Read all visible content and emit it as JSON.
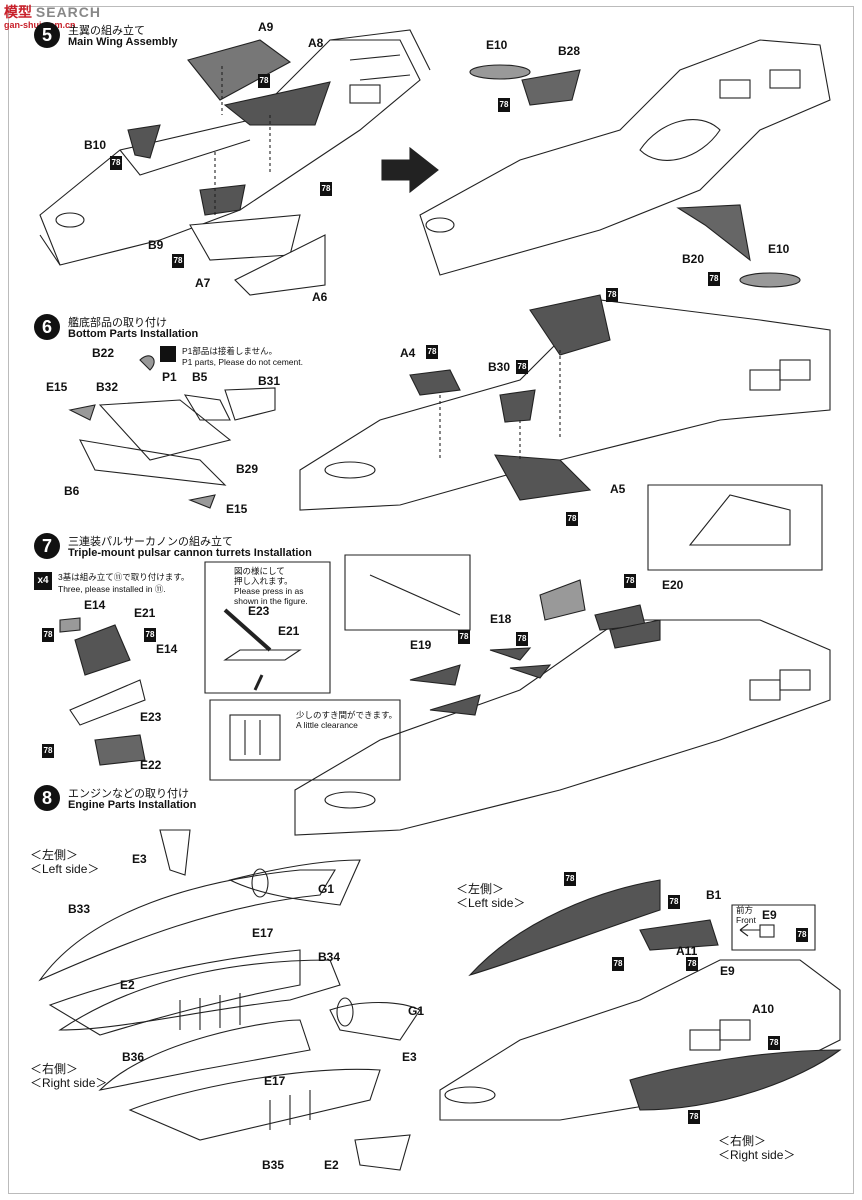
{
  "watermark": {
    "logo": "模型",
    "brand": "SEARCH",
    "sub": "gan-shui.com.cn"
  },
  "steps": [
    {
      "num": "5",
      "jp": "主翼の組み立て",
      "en": "Main Wing Assembly"
    },
    {
      "num": "6",
      "jp": "艦底部品の取り付け",
      "en": "Bottom Parts Installation"
    },
    {
      "num": "7",
      "jp": "三連装パルサーカノンの組み立て",
      "en": "Triple-mount pulsar cannon turrets Installation"
    },
    {
      "num": "8",
      "jp": "エンジンなどの取り付け",
      "en": "Engine Parts Installation"
    }
  ],
  "paint_code": "78",
  "labels": {
    "s5": [
      "A9",
      "A8",
      "B10",
      "B9",
      "A7",
      "A6",
      "E10",
      "B28",
      "B20",
      "E10"
    ],
    "s6": [
      "B22",
      "P1",
      "B5",
      "B31",
      "E15",
      "B32",
      "B29",
      "B6",
      "E15",
      "A4",
      "B30",
      "A5"
    ],
    "s7": [
      "E14",
      "E21",
      "E14",
      "E23",
      "E22",
      "E23",
      "E21",
      "E19",
      "E18",
      "E20"
    ],
    "s8": [
      "E3",
      "G1",
      "B33",
      "E17",
      "E2",
      "B34",
      "G1",
      "B36",
      "E3",
      "E17",
      "B35",
      "E2",
      "B1",
      "A11",
      "E9",
      "A10",
      "E9"
    ]
  },
  "notes": {
    "p1_jp": "P1部品は接着しません。",
    "p1_en": "P1 parts, Please do not cement.",
    "x4": "x4",
    "three_jp": "3基は組み立て⑪で取り付けます。",
    "three_en": "Three, please installed in ⑪.",
    "press_jp1": "図の様にして",
    "press_jp2": "押し入れます。",
    "press_en1": "Please press in as",
    "press_en2": "shown in the figure.",
    "clear_jp": "少しのすき間ができます。",
    "clear_en": "A little clearance",
    "front_jp": "前方",
    "front_en": "Front"
  },
  "sides": {
    "left_jp": "＜左側＞",
    "left_en": "＜Left side＞",
    "right_jp": "＜右側＞",
    "right_en": "＜Right side＞"
  }
}
